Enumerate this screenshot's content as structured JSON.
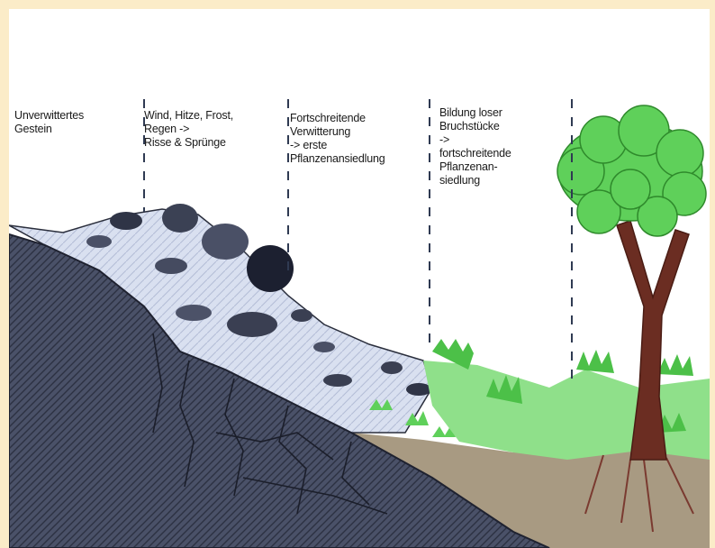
{
  "stages": [
    {
      "id": "stage-1",
      "text": "Unverwittertes\nGestein"
    },
    {
      "id": "stage-2",
      "text": "Wind, Hitze, Frost,\nRegen ->\nRisse & Sprünge"
    },
    {
      "id": "stage-3",
      "text": "Fortschreitende\nVerwitterung\n-> erste\nPflanzenansiedlung"
    },
    {
      "id": "stage-4",
      "text": "Bildung loser\nBruchstücke\n->\nfortschreitende\nPflanzenan-\nsiedlung"
    }
  ],
  "colors": {
    "background": "#fbecc8",
    "panel": "#ffffff",
    "bedrock": "#3f465a",
    "weathered_rock": "#d8dff0",
    "soil": "#a89a82",
    "grass": "#5fd05a",
    "tree_crown": "#4fc84a",
    "trunk": "#6b2d22"
  }
}
